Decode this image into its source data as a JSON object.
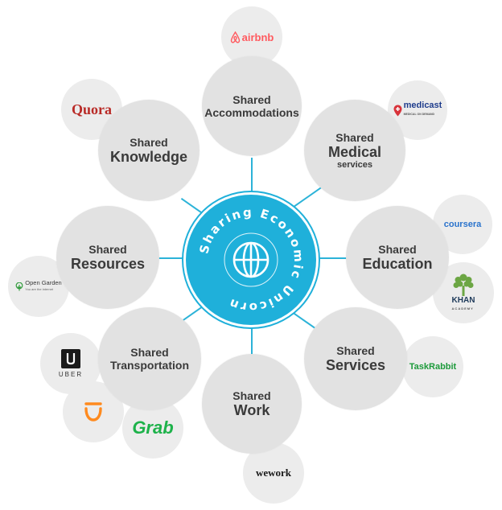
{
  "hub": {
    "label": "Sharing Economic Unicorn",
    "color": "#1fb0da",
    "icon": "globe-icon"
  },
  "categories": {
    "accommodations": {
      "line1": "Shared",
      "line2": "Accommodations"
    },
    "knowledge": {
      "line1": "Shared",
      "line2": "Knowledge"
    },
    "medical": {
      "line1": "Shared",
      "line2": "Medical",
      "line3": "services"
    },
    "resources": {
      "line1": "Shared",
      "line2": "Resources"
    },
    "education": {
      "line1": "Shared",
      "line2": "Education"
    },
    "transportation": {
      "line1": "Shared",
      "line2": "Transportation"
    },
    "services": {
      "line1": "Shared",
      "line2": "Services"
    },
    "work": {
      "line1": "Shared",
      "line2": "Work"
    }
  },
  "logos": {
    "airbnb": {
      "text": "airbnb",
      "color": "#ff5a5f"
    },
    "quora": {
      "text": "Quora",
      "color": "#b92b27"
    },
    "medicast": {
      "text": "medicast",
      "sub": "MEDICAL ON DEMAND",
      "color": "#1e3c8c"
    },
    "coursera": {
      "text": "coursera",
      "color": "#2a73cc"
    },
    "open_garden": {
      "text": "Open Garden",
      "sub": "You are the internet"
    },
    "khan": {
      "text": "KHAN",
      "sub": "ACADEMY",
      "color": "#6ca644"
    },
    "uber": {
      "text": "UBER"
    },
    "taskrabbit": {
      "text": "TaskRabbit",
      "color": "#1d9a3b"
    },
    "didi": {
      "color": "#ff8a1e"
    },
    "grab": {
      "text": "Grab",
      "color": "#1db24a"
    },
    "wework": {
      "text": "wework"
    }
  }
}
